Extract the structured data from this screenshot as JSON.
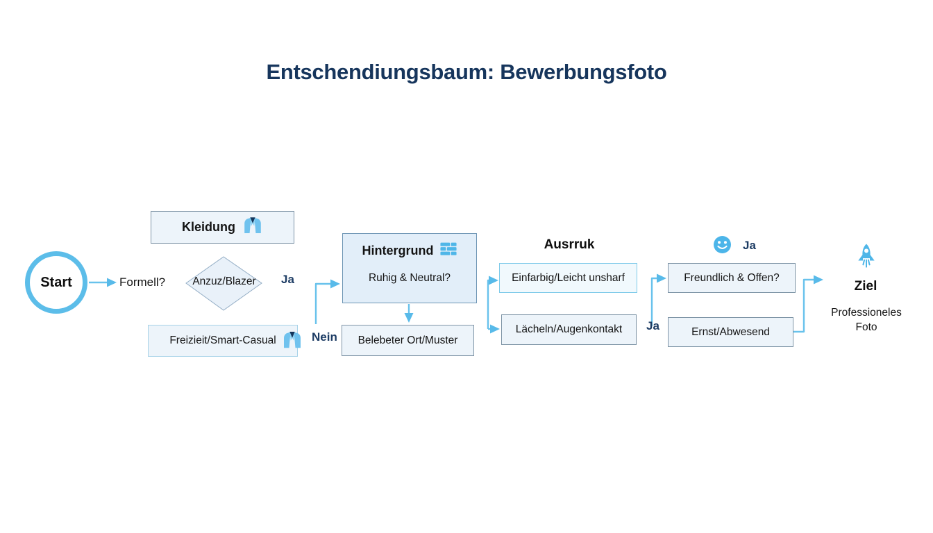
{
  "title": "Entschendiungsbaum: Bewerbungsfoto",
  "colors": {
    "accent": "#5cbde9",
    "navy": "#1d3c64",
    "box_fill": "#edf4fa"
  },
  "nodes": {
    "start": {
      "label": "Start"
    },
    "formell": {
      "label": "Formell?"
    },
    "anzug_diamond": {
      "label": "Anzuz/Blazer"
    },
    "kleidung": {
      "label": "Kleidung",
      "icon": "suit-jacket"
    },
    "freizeit": {
      "label": "Freizieit/Smart-Casual",
      "icon": "suit-jacket"
    },
    "hintergrund": {
      "title": "Hintergrund",
      "question": "Ruhig & Neutral?",
      "icon": "brick-wall"
    },
    "belebter": {
      "label": "Belebeter Ort/Muster"
    },
    "ausdruck": {
      "label": "Ausrruk"
    },
    "einfarbig": {
      "label": "Einfarbig/Leicht unsharf"
    },
    "laecheln": {
      "label": "Lächeln/Augenkontakt"
    },
    "freundlich": {
      "label": "Freundlich & Offen?",
      "icon": "smiley"
    },
    "ernst": {
      "label": "Ernst/Abwesend"
    },
    "ziel": {
      "title": "Ziel",
      "subtitle": "Professioneles Foto",
      "icon": "rocket"
    }
  },
  "edge_labels": {
    "ja_diamond": "Ja",
    "nein": "Nein",
    "ja_smiley": "Ja",
    "ja_ernst": "Ja"
  }
}
